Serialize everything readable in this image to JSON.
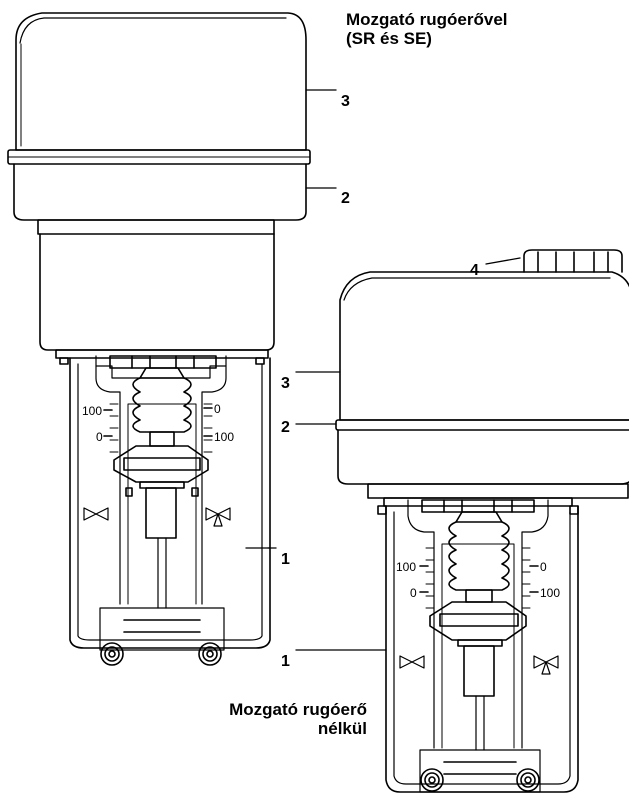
{
  "captions": {
    "with_spring_line1": "Mozgató rugóerővel",
    "with_spring_line2": "(SR és SE)",
    "without_spring_line1": "Mozgató rugóerő",
    "without_spring_line2": "nélkül"
  },
  "callouts": {
    "one": "1",
    "two": "2",
    "three": "3",
    "four": "4"
  },
  "scale": {
    "hundred": "100",
    "zero": "0"
  }
}
